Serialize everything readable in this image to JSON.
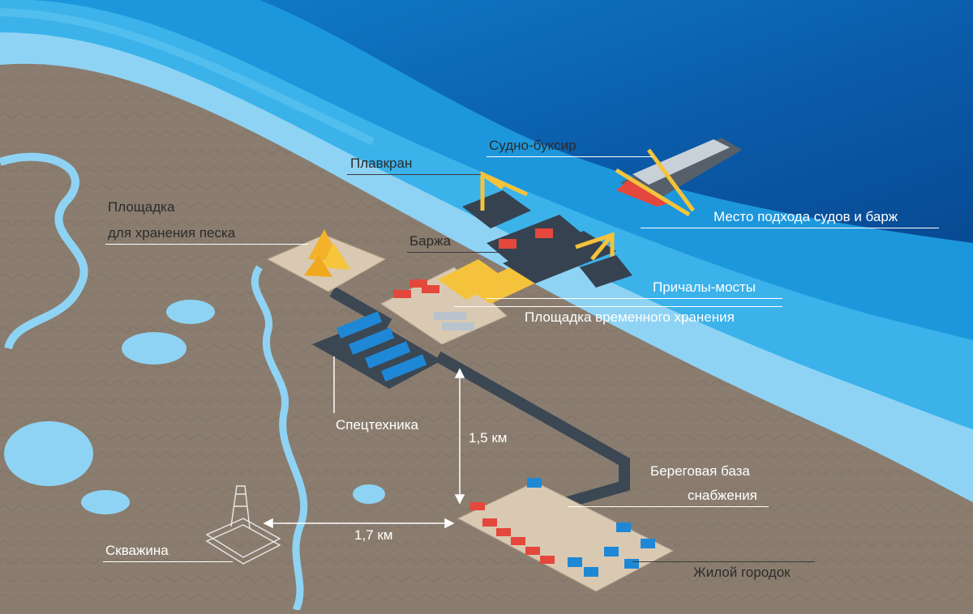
{
  "colors": {
    "sea_deep": "#0a5aa8",
    "sea_mid": "#1f8fd6",
    "sea_light": "#3bb2ea",
    "shore": "#8fd3f4",
    "ground": "#8a7d6f",
    "road": "#3b4753",
    "pad": "#d9c9b2",
    "container_red": "#e4473c",
    "module_blue": "#1e88d6",
    "bridge_yellow": "#f5c33b"
  },
  "labels": {
    "tug": "Судно-буксир",
    "crane": "Плавкран",
    "approach": "Место подхода судов и барж",
    "sand": "Площадка",
    "sand2": "для хранения песка",
    "barge": "Баржа",
    "piers": "Причалы-мосты",
    "temp": "Площадка временного хранения",
    "machinery": "Спецтехника",
    "dist_v": "1,5 км",
    "base": "Береговая база",
    "base2": "снабжения",
    "well": "Скважина",
    "dist_h": "1,7 км",
    "camp": "Жилой городок"
  }
}
